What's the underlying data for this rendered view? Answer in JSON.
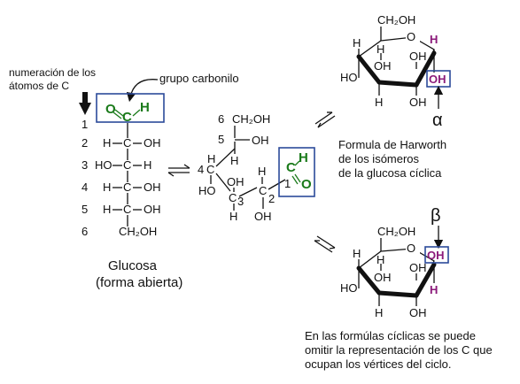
{
  "numbering_label": [
    "numeración de los",
    "átomos de C"
  ],
  "carbonyl_label": "grupo  carbonilo",
  "open_chain": {
    "numbers": [
      "1",
      "2",
      "3",
      "4",
      "5",
      "6"
    ],
    "rows": [
      {
        "left": "H",
        "center": "C",
        "right": "OH"
      },
      {
        "left": "HO",
        "center": "C",
        "right": "H"
      },
      {
        "left": "H",
        "center": "C",
        "right": "OH"
      },
      {
        "left": "H",
        "center": "C",
        "right": "OH"
      }
    ],
    "carbonyl": {
      "o": "O",
      "c": "C",
      "h": "H"
    },
    "c6": "CH₂OH"
  },
  "open_chain_name": [
    "Glucosa",
    "(forma abierta)"
  ],
  "middle": {
    "c6_num": "6",
    "c6": "CH₂OH",
    "c5_num": "5",
    "c4_num": "4",
    "c3_num": "3",
    "c2_num": "2",
    "c1_num": "1",
    "h": "H",
    "oh": "OH",
    "ho": "HO",
    "c": "C",
    "o": "O"
  },
  "haworth_caption": [
    "Formula de Harworth",
    "de los isómeros",
    "de la glucosa cíclica"
  ],
  "alpha": "α",
  "beta": "β",
  "ring_atoms": {
    "ch2oh": "CH₂OH",
    "o": "O",
    "h": "H",
    "oh": "OH",
    "ho": "HO"
  },
  "bottom_note": [
    "En las formúlas cíclicas se puede",
    "omitir la representación de los C que",
    "ocupan los vértices del ciclo."
  ],
  "colors": {
    "box": "#2b4a9a",
    "carbonyl": "#1a7a1a",
    "anomeric_h": "#8b1a7a"
  }
}
